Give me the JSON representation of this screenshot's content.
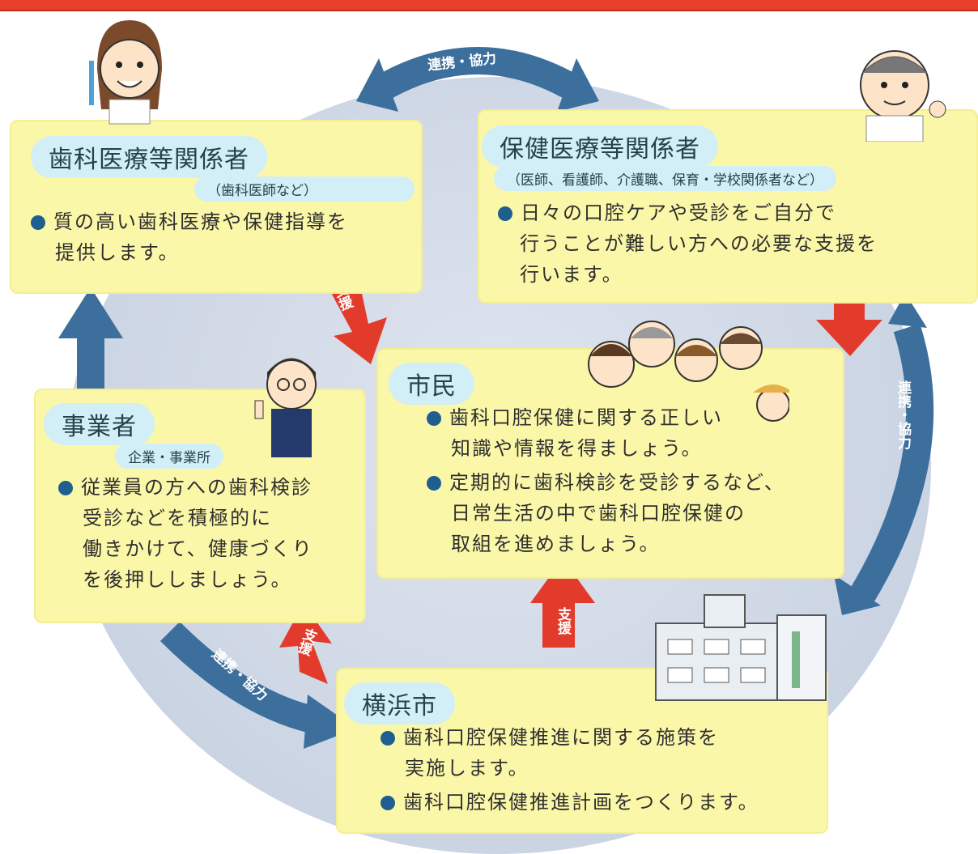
{
  "cards": {
    "dental": {
      "title": "歯科医療等関係者",
      "subtitle": "（歯科医師など）",
      "bullets": [
        "質の高い歯科医療や保健指導を"
      ],
      "cont": [
        "提供します。"
      ]
    },
    "health": {
      "title": "保健医療等関係者",
      "subtitle": "（医師、看護師、介護職、保育・学校関係者など）",
      "bullets": [
        "日々の口腔ケアや受診をご自分で"
      ],
      "cont": [
        "行うことが難しい方への必要な支援を",
        "行います。"
      ]
    },
    "citizen": {
      "title": "市民",
      "b1": [
        "歯科口腔保健に関する正しい",
        "知識や情報を得ましょう。"
      ],
      "b2": [
        "定期的に歯科検診を受診するなど、",
        "日常生活の中で歯科口腔保健の",
        "取組を進めましょう。"
      ]
    },
    "business": {
      "title": "事業者",
      "subtitle": "企業・事業所",
      "lines": [
        "従業員の方への歯科検診",
        "受診などを積極的に",
        "働きかけて、健康づくり",
        "を後押ししましょう。"
      ]
    },
    "city": {
      "title": "横浜市",
      "b1": [
        "歯科口腔保健推進に関する施策を",
        "実施します。"
      ],
      "b2": [
        "歯科口腔保健推進計画をつくります。"
      ]
    }
  },
  "arrow_labels": {
    "top": "連携・協力",
    "right": "連携・協力",
    "bottom_left": "連携・協力",
    "support": "支援"
  },
  "colors": {
    "card": "#fbf7a8",
    "pill": "#d2eef7",
    "blue_arrow": "#3d6f9c",
    "red_arrow": "#e33b2b",
    "bullet": "#1f5f8f"
  }
}
